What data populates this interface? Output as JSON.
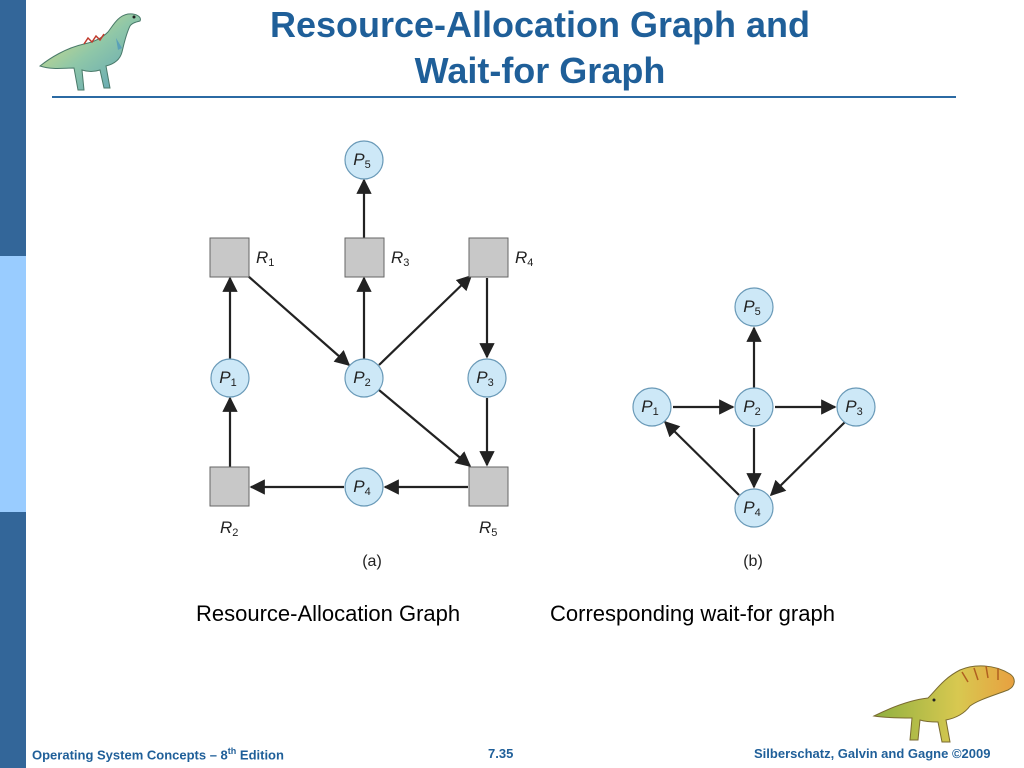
{
  "slide": {
    "title_line1": "Resource-Allocation Graph and",
    "title_line2": "Wait-for Graph",
    "caption_left": "Resource-Allocation Graph",
    "caption_right": "Corresponding wait-for graph"
  },
  "diagram_a": {
    "sublabel": "(a)",
    "processes": [
      {
        "id": "P5",
        "sym": "P",
        "sub": "5"
      },
      {
        "id": "P1",
        "sym": "P",
        "sub": "1"
      },
      {
        "id": "P2",
        "sym": "P",
        "sub": "2"
      },
      {
        "id": "P3",
        "sym": "P",
        "sub": "3"
      },
      {
        "id": "P4",
        "sym": "P",
        "sub": "4"
      }
    ],
    "resources": [
      {
        "id": "R1",
        "sym": "R",
        "sub": "1"
      },
      {
        "id": "R3",
        "sym": "R",
        "sub": "3"
      },
      {
        "id": "R4",
        "sym": "R",
        "sub": "4"
      },
      {
        "id": "R2",
        "sym": "R",
        "sub": "2"
      },
      {
        "id": "R5",
        "sym": "R",
        "sub": "5"
      }
    ],
    "edges": [
      [
        "R3",
        "P5"
      ],
      [
        "R1",
        "P2"
      ],
      [
        "P2",
        "R3"
      ],
      [
        "P2",
        "R4"
      ],
      [
        "R4",
        "P3"
      ],
      [
        "P1",
        "R1"
      ],
      [
        "R2",
        "P1"
      ],
      [
        "P2",
        "R5"
      ],
      [
        "P3",
        "R5"
      ],
      [
        "R5",
        "P4"
      ],
      [
        "P4",
        "R2"
      ]
    ]
  },
  "diagram_b": {
    "sublabel": "(b)",
    "processes": [
      {
        "id": "P5",
        "sym": "P",
        "sub": "5"
      },
      {
        "id": "P1",
        "sym": "P",
        "sub": "1"
      },
      {
        "id": "P2",
        "sym": "P",
        "sub": "2"
      },
      {
        "id": "P3",
        "sym": "P",
        "sub": "3"
      },
      {
        "id": "P4",
        "sym": "P",
        "sub": "4"
      }
    ],
    "edges": [
      [
        "P2",
        "P5"
      ],
      [
        "P1",
        "P2"
      ],
      [
        "P2",
        "P3"
      ],
      [
        "P2",
        "P4"
      ],
      [
        "P4",
        "P1"
      ],
      [
        "P3",
        "P4"
      ]
    ]
  },
  "footer": {
    "left_prefix": "Operating System Concepts – 8",
    "left_sup": "th",
    "left_suffix": " Edition",
    "page": "7.35",
    "right": "Silberschatz, Galvin and Gagne ©2009"
  },
  "colors": {
    "title": "#1f5f99",
    "sidebar_dark": "#336699",
    "sidebar_light": "#99ccff",
    "node_fill": "#cde8f7",
    "resource_fill": "#c8c8c8"
  },
  "icons": [
    "dinosaur-logo-icon",
    "dinosaur-logo-bottom-icon"
  ]
}
